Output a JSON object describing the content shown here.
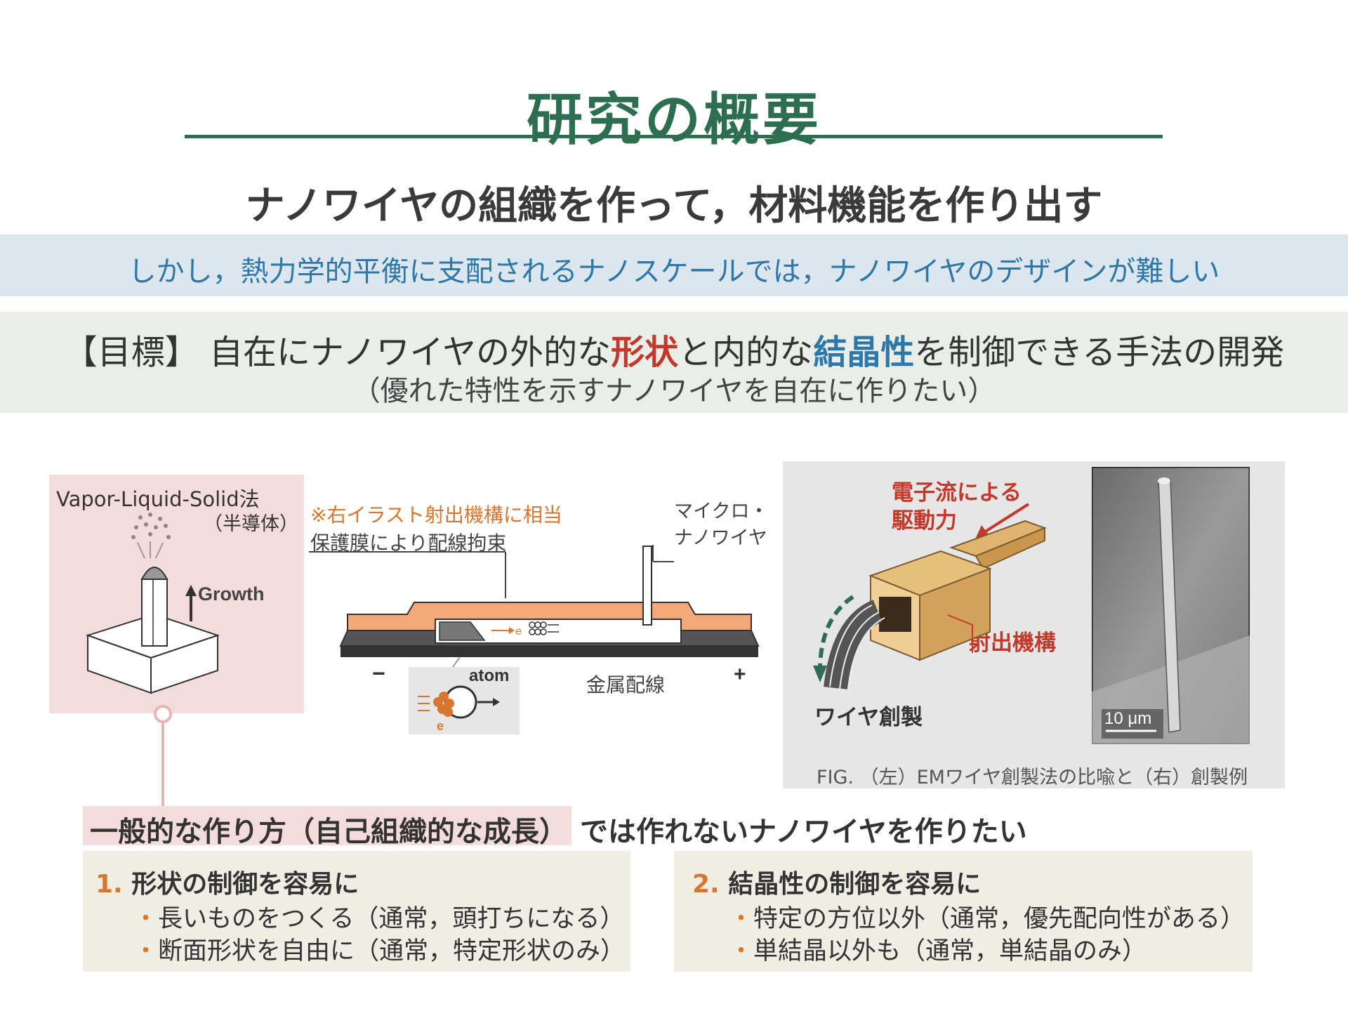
{
  "header": {
    "title": "研究の概要",
    "subtitle": "ナノワイヤの組織を作って，材料機能を作り出す"
  },
  "problem": "しかし，熱力学的平衡に支配されるナノスケールでは，ナノワイヤのデザインが難しい",
  "goal": {
    "part1": "【目標】 自在にナノワイヤの外的な",
    "keyword1": "形状",
    "part2": "と内的な",
    "keyword2": "結晶性",
    "part3": "を制御できる手法の開発",
    "sub": "（優れた特性を示すナノワイヤを自在に作りたい）"
  },
  "left_figure": {
    "title": "Vapor-Liquid-Solid法",
    "subtitle": "（半導体）",
    "growth": "Growth"
  },
  "center_figure": {
    "note_orange": "※右イラスト射出機構に相当",
    "note_black": "保護膜により配線拘束",
    "micro_line1": "マイクロ・",
    "micro_line2": "ナノワイヤ",
    "metal_line": "金属配線",
    "minus": "−",
    "plus": "+",
    "atom": "atom",
    "electron": "e",
    "electron_inline": "e"
  },
  "right_figure": {
    "label_force_1": "電子流による",
    "label_force_2": "駆動力",
    "label_mechanism": "射出機構",
    "label_wire": "ワイヤ創製",
    "scale": "10 μm",
    "caption": "FIG. （左）EMワイヤ創製法の比喩と（右）創製例"
  },
  "headline": {
    "highlight": "一般的な作り方（自己組織的な成長）",
    "rest": "では作れないナノワイヤを作りたい"
  },
  "boxes": [
    {
      "num": "1.",
      "title": "形状の制御を容易に",
      "items": [
        "長いものをつくる（通常，頭打ちになる）",
        "断面形状を自由に（通常，特定形状のみ）"
      ]
    },
    {
      "num": "2.",
      "title": "結晶性の制御を容易に",
      "items": [
        "特定の方位以外（通常，優先配向性がある）",
        "単結晶以外も（通常，単結晶のみ）"
      ]
    }
  ],
  "colors": {
    "title_green": "#2e6e50",
    "accent_orange": "#d9762e",
    "keyword_red": "#c0392b",
    "keyword_blue": "#2d78a8"
  }
}
